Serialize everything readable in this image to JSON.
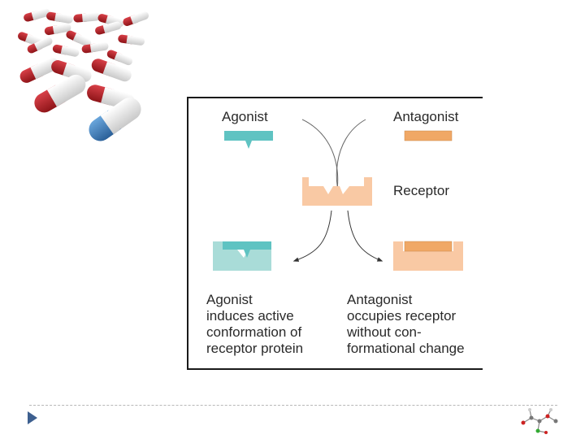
{
  "diagram": {
    "agonist_label": "Agonist",
    "antagonist_label": "Antagonist",
    "receptor_label": "Receptor",
    "agonist_caption": [
      "Agonist",
      "induces active",
      "conformation of",
      "receptor protein"
    ],
    "antagonist_caption": [
      "Antagonist",
      "occupies receptor",
      "without con-",
      "formational change"
    ]
  },
  "colors": {
    "agonist": "#5fc3c2",
    "agonist_light": "#a9dcd8",
    "antagonist": "#f0a866",
    "receptor": "#f9c9a4",
    "pill_red": "#b3222a",
    "pill_blue": "#3d7fc0",
    "nav_arrow": "#3d5f8f"
  },
  "icons": [
    "pills-image-icon",
    "play-arrow-icon",
    "molecule-icon"
  ]
}
